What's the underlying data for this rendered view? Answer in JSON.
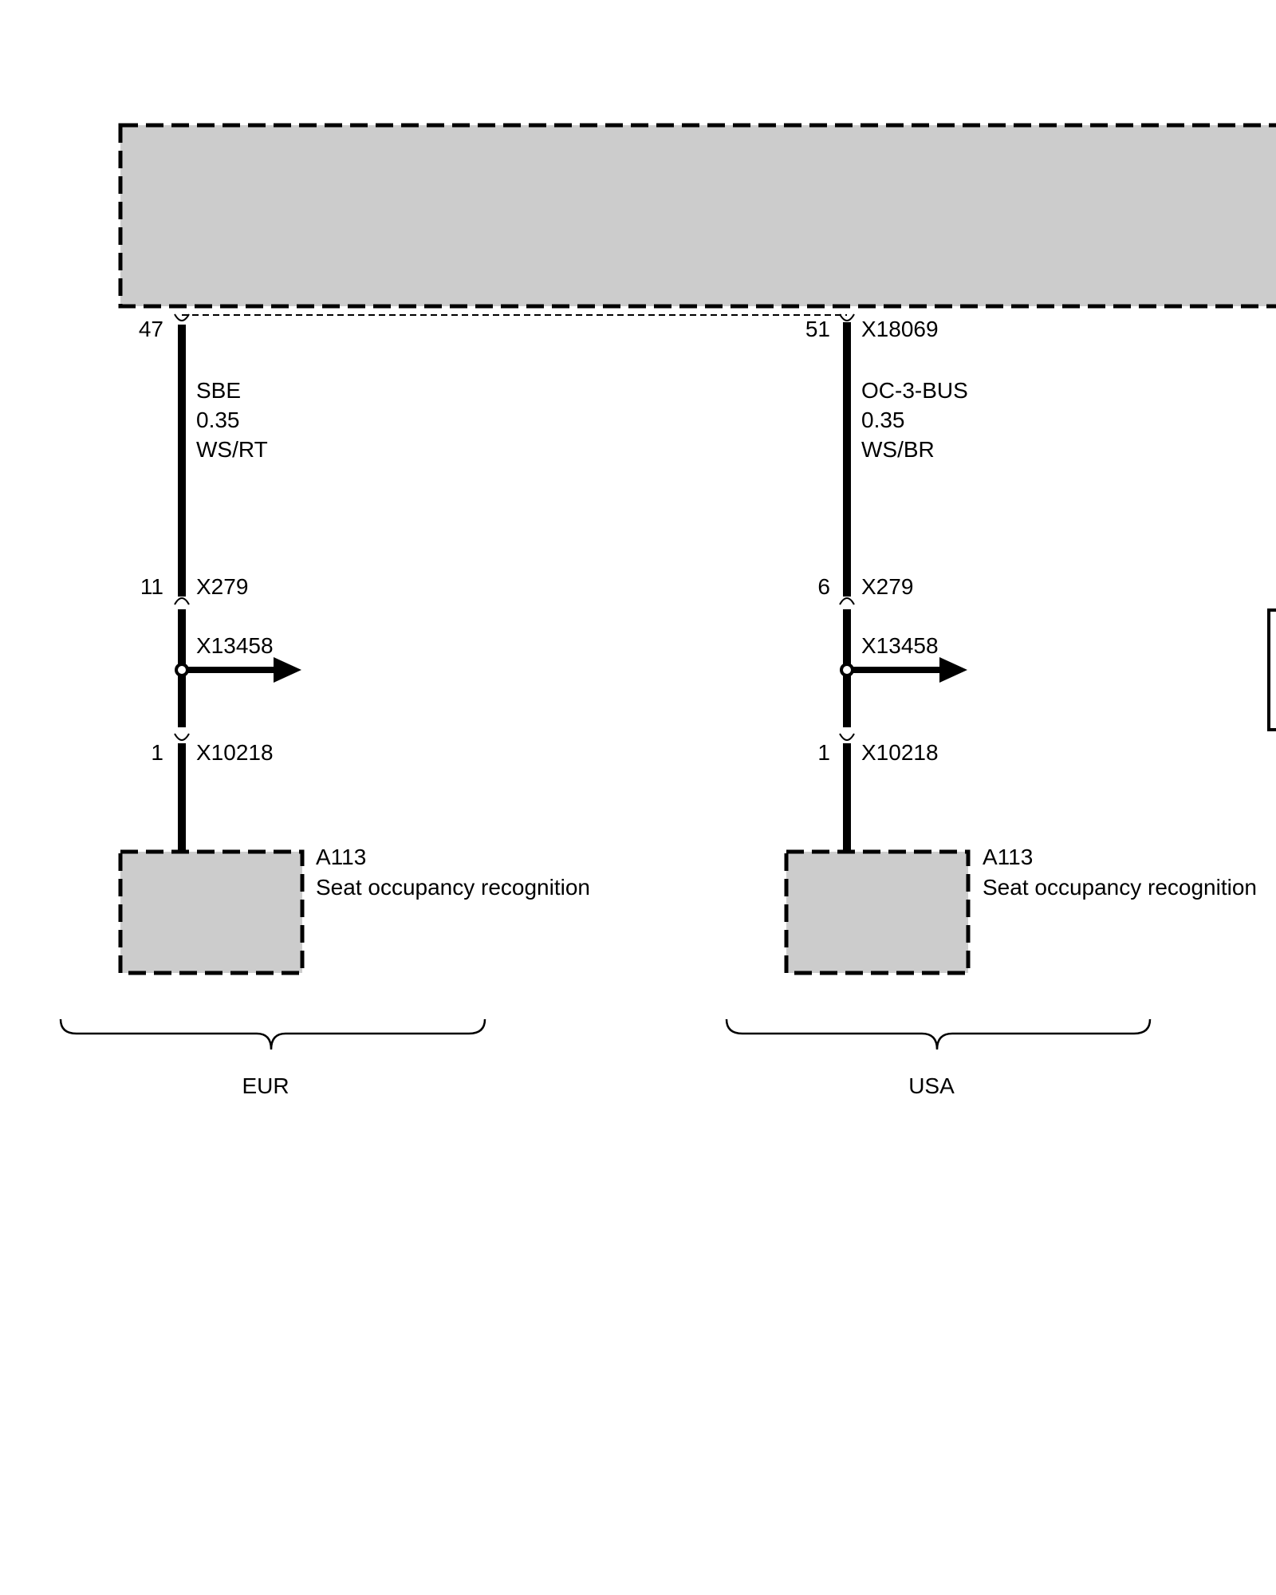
{
  "control_unit": {
    "connector": "X18069"
  },
  "circuits": [
    {
      "id": "eur",
      "pin_top": "47",
      "signal": "SBE",
      "cross_section": "0.35",
      "wire_color": "WS/RT",
      "inline_pin": "11",
      "inline_connector": "X279",
      "splice": "X13458",
      "component_pin": "1",
      "component_connector": "X10218",
      "component_code": "A113",
      "component_name": "Seat occupancy recognition",
      "region": "EUR"
    },
    {
      "id": "usa",
      "pin_top": "51",
      "signal": "OC-3-BUS",
      "cross_section": "0.35",
      "wire_color": "WS/BR",
      "inline_pin": "6",
      "inline_connector": "X279",
      "splice": "X13458",
      "component_pin": "1",
      "component_connector": "X10218",
      "component_code": "A113",
      "component_name": "Seat occupancy recognition",
      "region": "USA"
    }
  ]
}
